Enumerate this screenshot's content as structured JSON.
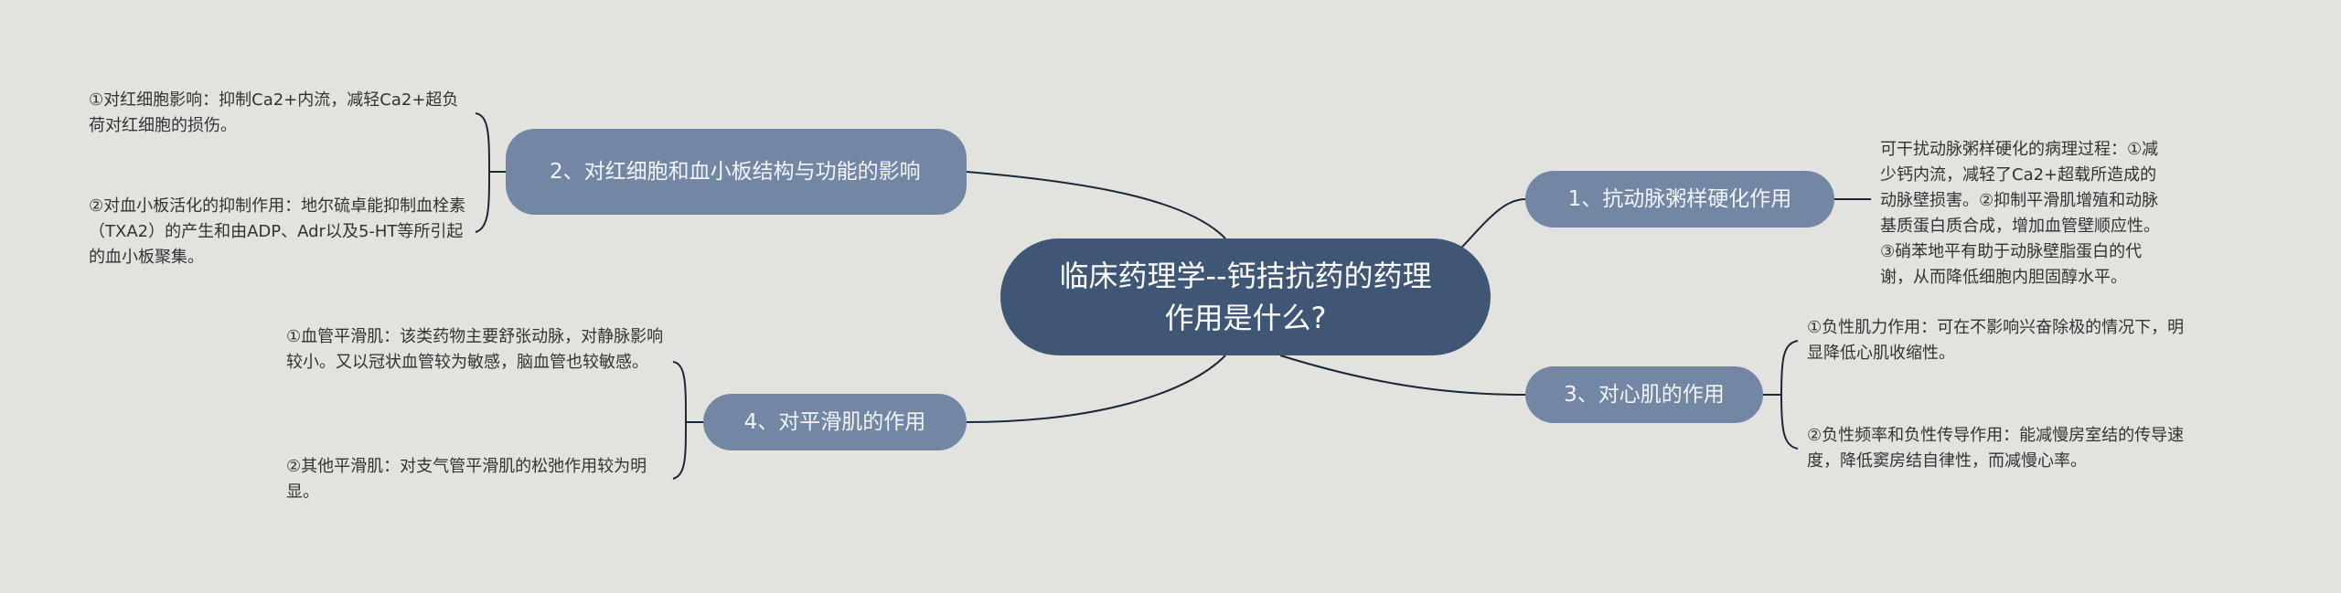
{
  "root": {
    "title": "临床药理学--钙拮抗药的药理作用是什么?"
  },
  "branches": [
    {
      "label": "1、抗动脉粥样硬化作用",
      "items": [
        "可干扰动脉粥样硬化的病理过程：①减少钙内流，减轻了Ca2+超载所造成的动脉壁损害。②抑制平滑肌增殖和动脉基质蛋白质合成，增加血管壁顺应性。③硝苯地平有助于动脉壁脂蛋白的代谢，从而降低细胞内胆固醇水平。"
      ]
    },
    {
      "label": "2、对红细胞和血小板结构与功能的影响",
      "items": [
        "①对红细胞影响：抑制Ca2+内流，减轻Ca2+超负荷对红细胞的损伤。",
        "②对血小板活化的抑制作用：地尔硫卓能抑制血栓素（TXA2）的产生和由ADP、Adr以及5-HT等所引起的血小板聚集。"
      ]
    },
    {
      "label": "3、对心肌的作用",
      "items": [
        "①负性肌力作用：可在不影响兴奋除极的情况下，明显降低心肌收缩性。",
        "②负性频率和负性传导作用：能减慢房室结的传导速度，降低窦房结自律性，而减慢心率。"
      ]
    },
    {
      "label": "4、对平滑肌的作用",
      "items": [
        "①血管平滑肌：该类药物主要舒张动脉，对静脉影响较小。又以冠状血管较为敏感，脑血管也较敏感。",
        "②其他平滑肌：对支气管平滑肌的松弛作用较为明显。"
      ]
    }
  ],
  "colors": {
    "background": "#e2e2de",
    "root": "#3f5674",
    "branch": "#7387a5",
    "line": "#1c2736"
  }
}
